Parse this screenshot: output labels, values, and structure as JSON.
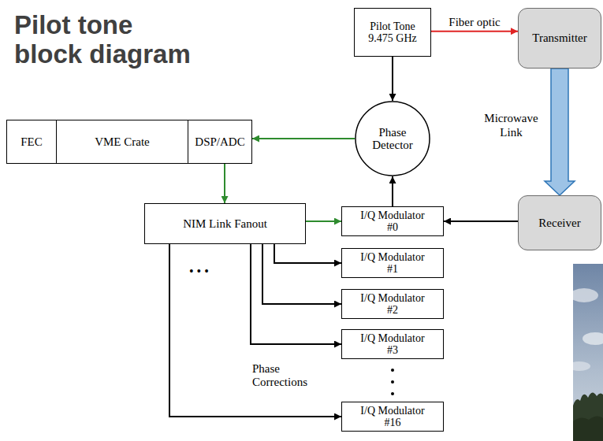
{
  "diagram": {
    "title": "Pilot tone block diagram",
    "nodes": [
      {
        "text": [
          "Pilot Tone 9.475 GHz"
        ]
      },
      {
        "text": [
          "Transmitter"
        ]
      },
      {
        "text": [
          "FEC"
        ]
      },
      {
        "text": [
          "VME Crate"
        ]
      },
      {
        "text": [
          "DSP/ADC"
        ]
      },
      {
        "text": [
          "Phase Detector"
        ]
      },
      {
        "text": [
          "NIM Link Fanout"
        ]
      },
      {
        "text": [
          "I/Q Modulator #0"
        ]
      },
      {
        "text": [
          "Receiver"
        ]
      },
      {
        "text": [
          "I/Q Modulator #1"
        ]
      },
      {
        "text": [
          "I/Q Modulator #2"
        ]
      },
      {
        "text": [
          "I/Q Modulator #3"
        ]
      },
      {
        "text": [
          "I/Q Modulator #16"
        ]
      }
    ],
    "edges": [
      {
        "from": 0,
        "to": 1,
        "arrow": "to",
        "label": "Fiber optic"
      },
      {
        "from": 0,
        "to": 5,
        "arrow": "to"
      },
      {
        "from": 1,
        "to": 8,
        "arrow": "to",
        "label": "Microwave Link"
      },
      {
        "from": 8,
        "to": 7,
        "arrow": "to"
      },
      {
        "from": 7,
        "to": 5,
        "arrow": "to"
      },
      {
        "from": 5,
        "to": 4,
        "arrow": "to"
      },
      {
        "from": 4,
        "to": 6,
        "arrow": "to"
      },
      {
        "from": 6,
        "to": 7,
        "arrow": "to"
      },
      {
        "from": 6,
        "to": 9,
        "arrow": "to"
      },
      {
        "from": 6,
        "to": 10,
        "arrow": "to"
      },
      {
        "from": 6,
        "to": 11,
        "arrow": "to"
      },
      {
        "from": 6,
        "to": 12,
        "arrow": "to"
      }
    ],
    "labels": [
      "• • •",
      "Phase Corrections"
    ]
  }
}
